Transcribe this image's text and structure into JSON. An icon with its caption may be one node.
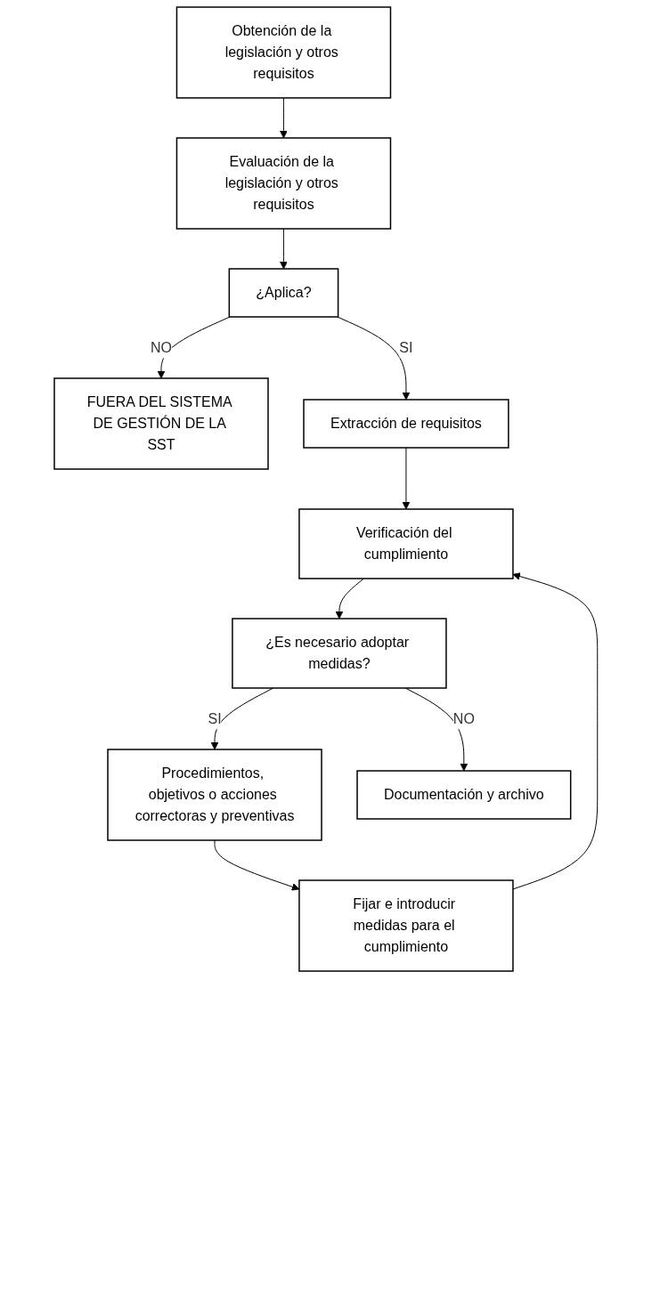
{
  "diagram": {
    "nodes": [
      {
        "text": [
          "Obtención de la legislación y otros requisitos"
        ]
      },
      {
        "text": [
          "Evaluación de la legislación y otros requisitos"
        ]
      },
      {
        "text": [
          "¿Aplica?"
        ]
      },
      {
        "text": [
          "FUERA DEL SISTEMA DE GESTIÓN DE LA SST"
        ]
      },
      {
        "text": [
          "Extracción de requisitos"
        ]
      },
      {
        "text": [
          "Fijar e introducir medidas para el cumplimiento"
        ]
      },
      {
        "text": [
          "Verificación del cumplimiento"
        ]
      },
      {
        "text": [
          "Procedimientos, objetivos o acciones correctoras y preventivas"
        ]
      },
      {
        "text": [
          "¿Es necesario adoptar medidas?"
        ]
      },
      {
        "text": [
          "Documentación y archivo"
        ]
      }
    ],
    "edges": [
      {
        "from": 0,
        "to": 1,
        "arrow": "to"
      },
      {
        "from": 1,
        "to": 2,
        "arrow": "to"
      },
      {
        "from": 2,
        "to": 3,
        "label": "NO",
        "arrow": "to"
      },
      {
        "from": 2,
        "to": 4,
        "label": "SI",
        "arrow": "to"
      },
      {
        "from": 4,
        "to": 6,
        "arrow": "to"
      },
      {
        "from": 5,
        "to": 6,
        "arrow": "to"
      },
      {
        "from": 6,
        "to": 8,
        "arrow": "to"
      },
      {
        "from": 8,
        "to": 7,
        "label": "SI",
        "arrow": "to"
      },
      {
        "from": 7,
        "to": 5,
        "arrow": "to"
      },
      {
        "from": 8,
        "to": 9,
        "label": "NO",
        "arrow": "to"
      }
    ]
  }
}
